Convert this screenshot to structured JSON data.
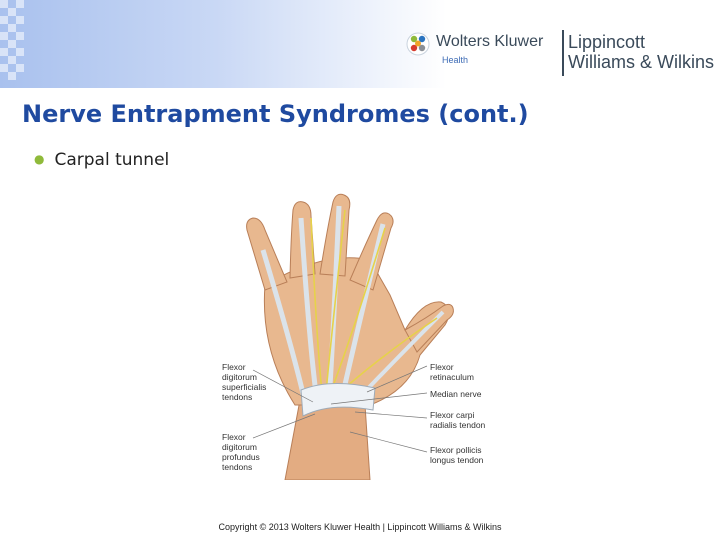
{
  "header": {
    "logo": {
      "brand_name": "Wolters Kluwer",
      "brand_sub": "Health",
      "partner_line1": "Lippincott",
      "partner_line2": "Williams & Wilkins"
    }
  },
  "slide": {
    "title": "Nerve Entrapment Syndromes (cont.)",
    "bullets": [
      "Carpal tunnel"
    ]
  },
  "figure": {
    "labels_left": [
      "Flexor\ndigitorum\nsuperficialis\ntendons",
      "Flexor\ndigitorum\nprofundus\ntendons"
    ],
    "labels_right": [
      "Flexor\nretinaculum",
      "Median nerve",
      "Flexor carpi\nradialis tendon",
      "Flexor pollicis\nlongus tendon"
    ]
  },
  "footer": {
    "copyright": "Copyright © 2013 Wolters Kluwer Health | Lippincott Williams & Wilkins"
  },
  "colors": {
    "title": "#1f4aa0",
    "bullet": "#8fba3a",
    "header_blue": "#a9c1ee",
    "skin": "#e8b88f",
    "nerve": "#e6d24a",
    "tendon": "#dbe3ea"
  }
}
